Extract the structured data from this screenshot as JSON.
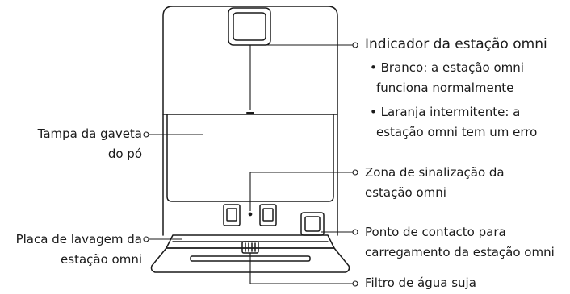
{
  "labels": {
    "indicator_title": "Indicador da estação omni",
    "indicator_white_1": "Branco: a estação omni",
    "indicator_white_2": "funciona normalmente",
    "indicator_orange_1": "Laranja intermitente: a",
    "indicator_orange_2": "estação omni tem um erro",
    "dust_cover_1": "Tampa da gaveta",
    "dust_cover_2": "do pó",
    "signal_zone_1": "Zona de sinalização da",
    "signal_zone_2": "estação omni",
    "wash_plate_1": "Placa de lavagem da",
    "wash_plate_2": "estação omni",
    "contact_1": "Ponto de contacto para",
    "contact_2": "carregamento da estação omni",
    "dirty_filter": "Filtro de água suja"
  }
}
